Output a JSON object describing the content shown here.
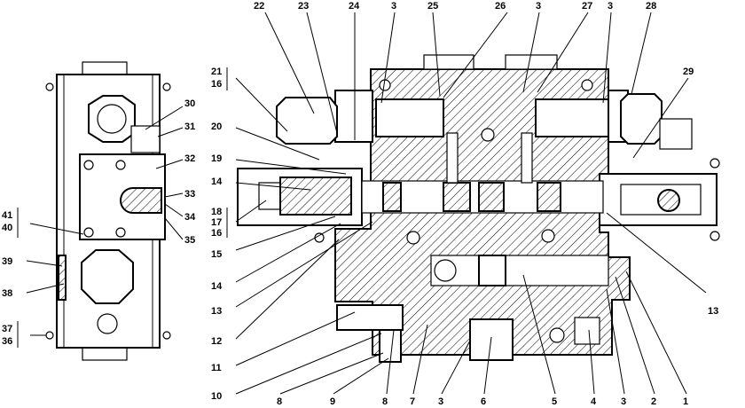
{
  "colors": {
    "ink": "#000000",
    "paper": "#ffffff"
  },
  "callouts": {
    "top": [
      {
        "id": "t22",
        "text": "22"
      },
      {
        "id": "t23",
        "text": "23"
      },
      {
        "id": "t24",
        "text": "24"
      },
      {
        "id": "t3a",
        "text": "3"
      },
      {
        "id": "t25",
        "text": "25"
      },
      {
        "id": "t26",
        "text": "26"
      },
      {
        "id": "t3b",
        "text": "3"
      },
      {
        "id": "t27",
        "text": "27"
      },
      {
        "id": "t3c",
        "text": "3"
      },
      {
        "id": "t28",
        "text": "28"
      }
    ],
    "left_of_main": [
      {
        "id": "m21",
        "text": "21"
      },
      {
        "id": "m16a",
        "text": "16"
      },
      {
        "id": "m20",
        "text": "20"
      },
      {
        "id": "m19",
        "text": "19"
      },
      {
        "id": "m14a",
        "text": "14"
      },
      {
        "id": "m18",
        "text": "18"
      },
      {
        "id": "m17",
        "text": "17"
      },
      {
        "id": "m16b",
        "text": "16"
      },
      {
        "id": "m15",
        "text": "15"
      },
      {
        "id": "m14b",
        "text": "14"
      },
      {
        "id": "m13a",
        "text": "13"
      },
      {
        "id": "m12",
        "text": "12"
      },
      {
        "id": "m11",
        "text": "11"
      },
      {
        "id": "m10",
        "text": "10"
      }
    ],
    "right_of_main": [
      {
        "id": "r29",
        "text": "29"
      },
      {
        "id": "r13",
        "text": "13"
      }
    ],
    "bottom": [
      {
        "id": "b8a",
        "text": "8"
      },
      {
        "id": "b9",
        "text": "9"
      },
      {
        "id": "b8b",
        "text": "8"
      },
      {
        "id": "b7",
        "text": "7"
      },
      {
        "id": "b3a",
        "text": "3"
      },
      {
        "id": "b6",
        "text": "6"
      },
      {
        "id": "b5",
        "text": "5"
      },
      {
        "id": "b4",
        "text": "4"
      },
      {
        "id": "b3b",
        "text": "3"
      },
      {
        "id": "b2",
        "text": "2"
      },
      {
        "id": "b1",
        "text": "1"
      }
    ],
    "side_view": [
      {
        "id": "s30",
        "text": "30"
      },
      {
        "id": "s31",
        "text": "31"
      },
      {
        "id": "s32",
        "text": "32"
      },
      {
        "id": "s33",
        "text": "33"
      },
      {
        "id": "s34",
        "text": "34"
      },
      {
        "id": "s35",
        "text": "35"
      },
      {
        "id": "s41",
        "text": "41"
      },
      {
        "id": "s40",
        "text": "40"
      },
      {
        "id": "s39",
        "text": "39"
      },
      {
        "id": "s38",
        "text": "38"
      },
      {
        "id": "s37",
        "text": "37"
      },
      {
        "id": "s36",
        "text": "36"
      }
    ]
  }
}
